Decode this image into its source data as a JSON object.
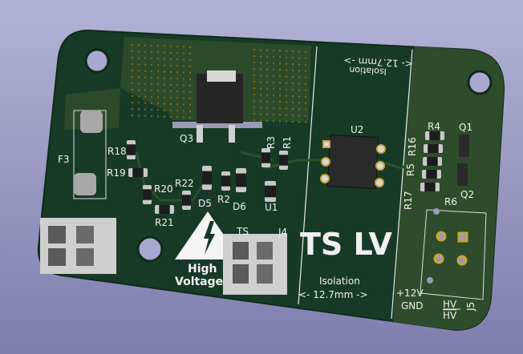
{
  "board": {
    "colors": {
      "soldermask": "#173a26",
      "copper_pour": "#2b4a2a",
      "silkscreen": "#f0f0f0",
      "pad": "#c8a43a",
      "background": "#9b9bc6"
    },
    "refs": {
      "F3": "F3",
      "R18": "R18",
      "R19": "R19",
      "R20": "R20",
      "R21": "R21",
      "R22": "R22",
      "Q3": "Q3",
      "D5": "D5",
      "R2": "R2",
      "D6": "D6",
      "R3": "R3",
      "R1": "R1",
      "U1": "U1",
      "J4": "J4",
      "TS": "TS",
      "U2": "U2",
      "R4": "R4",
      "Q1": "Q1",
      "R16": "R16",
      "R5": "R5",
      "R17": "R17",
      "R6": "R6",
      "Q2": "Q2",
      "J5": "J5"
    },
    "warning": {
      "line1": "High",
      "line2": "Voltage",
      "icon": "high-voltage-icon"
    },
    "isolation_top": {
      "label": "Isolation",
      "dimension": "<- 12.7mm ->"
    },
    "isolation_bottom": {
      "label": "Isolation",
      "dimension": "<- 12.7mm ->"
    },
    "title": "TS  LV",
    "connector_labels": {
      "plus12v": "+12V",
      "gnd": "GND",
      "hv": "HV",
      "hv_bar": "HV"
    }
  }
}
